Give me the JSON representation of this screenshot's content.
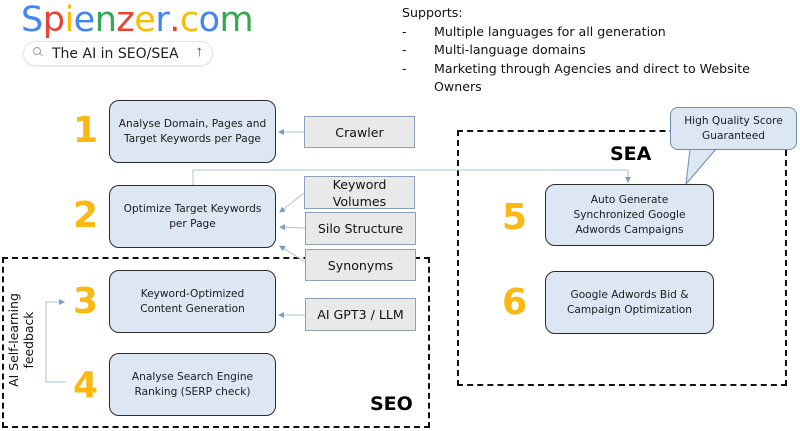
{
  "logo": {
    "letters": [
      {
        "ch": "S",
        "color": "#4285f4"
      },
      {
        "ch": "p",
        "color": "#ea4335"
      },
      {
        "ch": "i",
        "color": "#fbbc05"
      },
      {
        "ch": "e",
        "color": "#4285f4"
      },
      {
        "ch": "n",
        "color": "#34a853"
      },
      {
        "ch": "z",
        "color": "#ea4335"
      },
      {
        "ch": "e",
        "color": "#fbbc05"
      },
      {
        "ch": "r",
        "color": "#4285f4"
      },
      {
        "ch": ".",
        "color": "#ea4335"
      },
      {
        "ch": "c",
        "color": "#fbbc05"
      },
      {
        "ch": "o",
        "color": "#4285f4"
      },
      {
        "ch": "m",
        "color": "#34a853"
      }
    ]
  },
  "search": {
    "query": "The AI in SEO/SEA",
    "search_icon": "search-icon",
    "submit_icon": "arrow-up-icon",
    "submit_glyph": "↑"
  },
  "supports": {
    "title": "Supports:",
    "items": [
      "Multiple languages for all generation",
      "Multi-language domains",
      "Marketing through Agencies and direct to Website Owners"
    ]
  },
  "seo": {
    "label": "SEO",
    "feedback_label_line1": "AI Self-learning",
    "feedback_label_line2": "feedback",
    "steps": [
      {
        "number": "1",
        "text_line1": "Analyse Domain, Pages and",
        "text_line2": "Target Keywords per Page"
      },
      {
        "number": "2",
        "text_line1": "Optimize Target Keywords",
        "text_line2": "per Page"
      },
      {
        "number": "3",
        "text_line1": "Keyword-Optimized",
        "text_line2": "Content Generation"
      },
      {
        "number": "4",
        "text_line1": "Analyse Search Engine",
        "text_line2": "Ranking (SERP check)"
      }
    ],
    "inputs": {
      "crawler": "Crawler",
      "keyword_volumes_line1": "Keyword",
      "keyword_volumes_line2": "Volumes",
      "silo_structure": "Silo Structure",
      "synonyms": "Synonyms",
      "ai_model": "AI GPT3 / LLM"
    }
  },
  "sea": {
    "label": "SEA",
    "callout_line1": "High Quality Score",
    "callout_line2": "Guaranteed",
    "steps": [
      {
        "number": "5",
        "text_line1": "Auto Generate",
        "text_line2": "Synchronized Google",
        "text_line3": "Adwords Campaigns"
      },
      {
        "number": "6",
        "text_line1": "Google Adwords Bid &",
        "text_line2": "Campaign Optimization"
      }
    ]
  },
  "colors": {
    "step_number": "#fbb812",
    "step_fill": "#dde7f3",
    "input_fill": "#e9e9e9",
    "connector": "#8fb0d4"
  }
}
